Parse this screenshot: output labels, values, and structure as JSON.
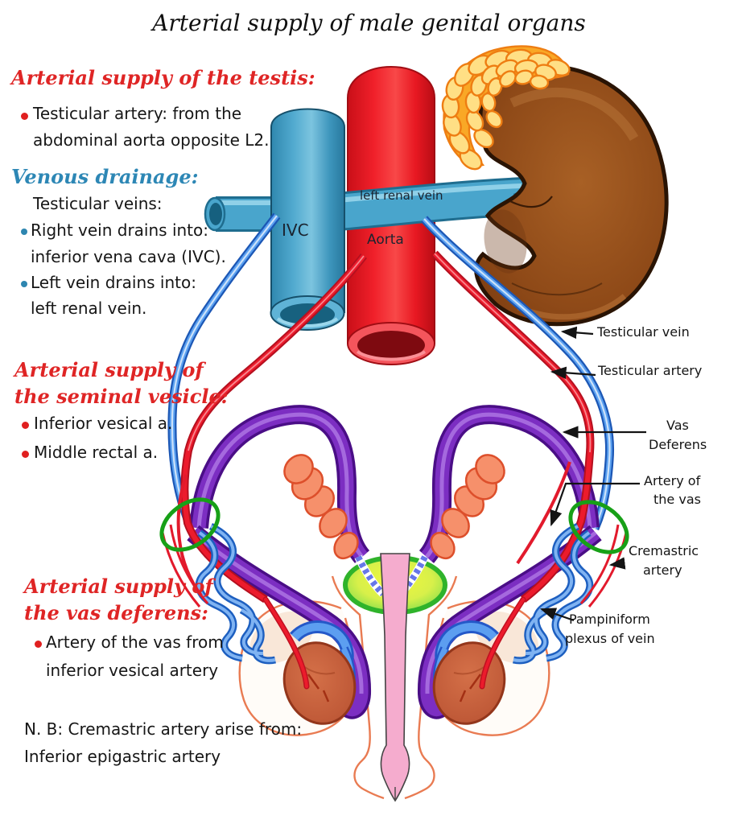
{
  "title": "Arterial supply of male genital organs",
  "sections": {
    "testis": {
      "heading": "Arterial supply of the testis:",
      "b1a": "Testicular artery: from the",
      "b1b": "abdominal aorta opposite L2."
    },
    "venous": {
      "heading": "Venous drainage:",
      "sub": "Testicular veins:",
      "b1a": "Right vein drains into:",
      "b1b": "inferior vena cava (IVC).",
      "b2a": "Left vein drains into:",
      "b2b": "left renal vein."
    },
    "seminal": {
      "h1": "Arterial supply of",
      "h2": "the seminal vesicle:",
      "b1": "Inferior vesical a.",
      "b2": "Middle rectal a."
    },
    "vas": {
      "h1": "Arterial supply of",
      "h2": "the vas deferens:",
      "b1a": "Artery of the vas from",
      "b1b": "inferior vesical artery"
    },
    "note": {
      "l1": "N. B: Cremastric artery arise from:",
      "l2": "Inferior epigastric artery"
    }
  },
  "vessels": {
    "ivc": "IVC",
    "renal": "left renal vein",
    "aorta": "Aorta"
  },
  "callouts": {
    "vein": "Testicular vein",
    "artery": "Testicular artery",
    "vas1": "Vas",
    "vas2": "Deferens",
    "avas1": "Artery of",
    "avas2": "the vas",
    "crem1": "Cremastric",
    "crem2": "artery",
    "pamp1": "Pampiniform",
    "pamp2": "plexus of vein"
  },
  "colors": {
    "artery_red": "#EE1B24",
    "vein_blue": "#49A5CC",
    "testicular_vein_blue": "#5AA0F0",
    "vas_purple": "#7C2EC2",
    "heading_red": "#DF2525",
    "heading_blue": "#2D87B5",
    "prostate_green": "#3DC433",
    "kidney_brown": "#8F4A18",
    "adrenal_yellow": "#FFDF85",
    "seminal_orange": "#F6906B",
    "testis_brown": "#C05A38",
    "skin_outline": "#E97B52",
    "ring_green": "#17A017"
  }
}
